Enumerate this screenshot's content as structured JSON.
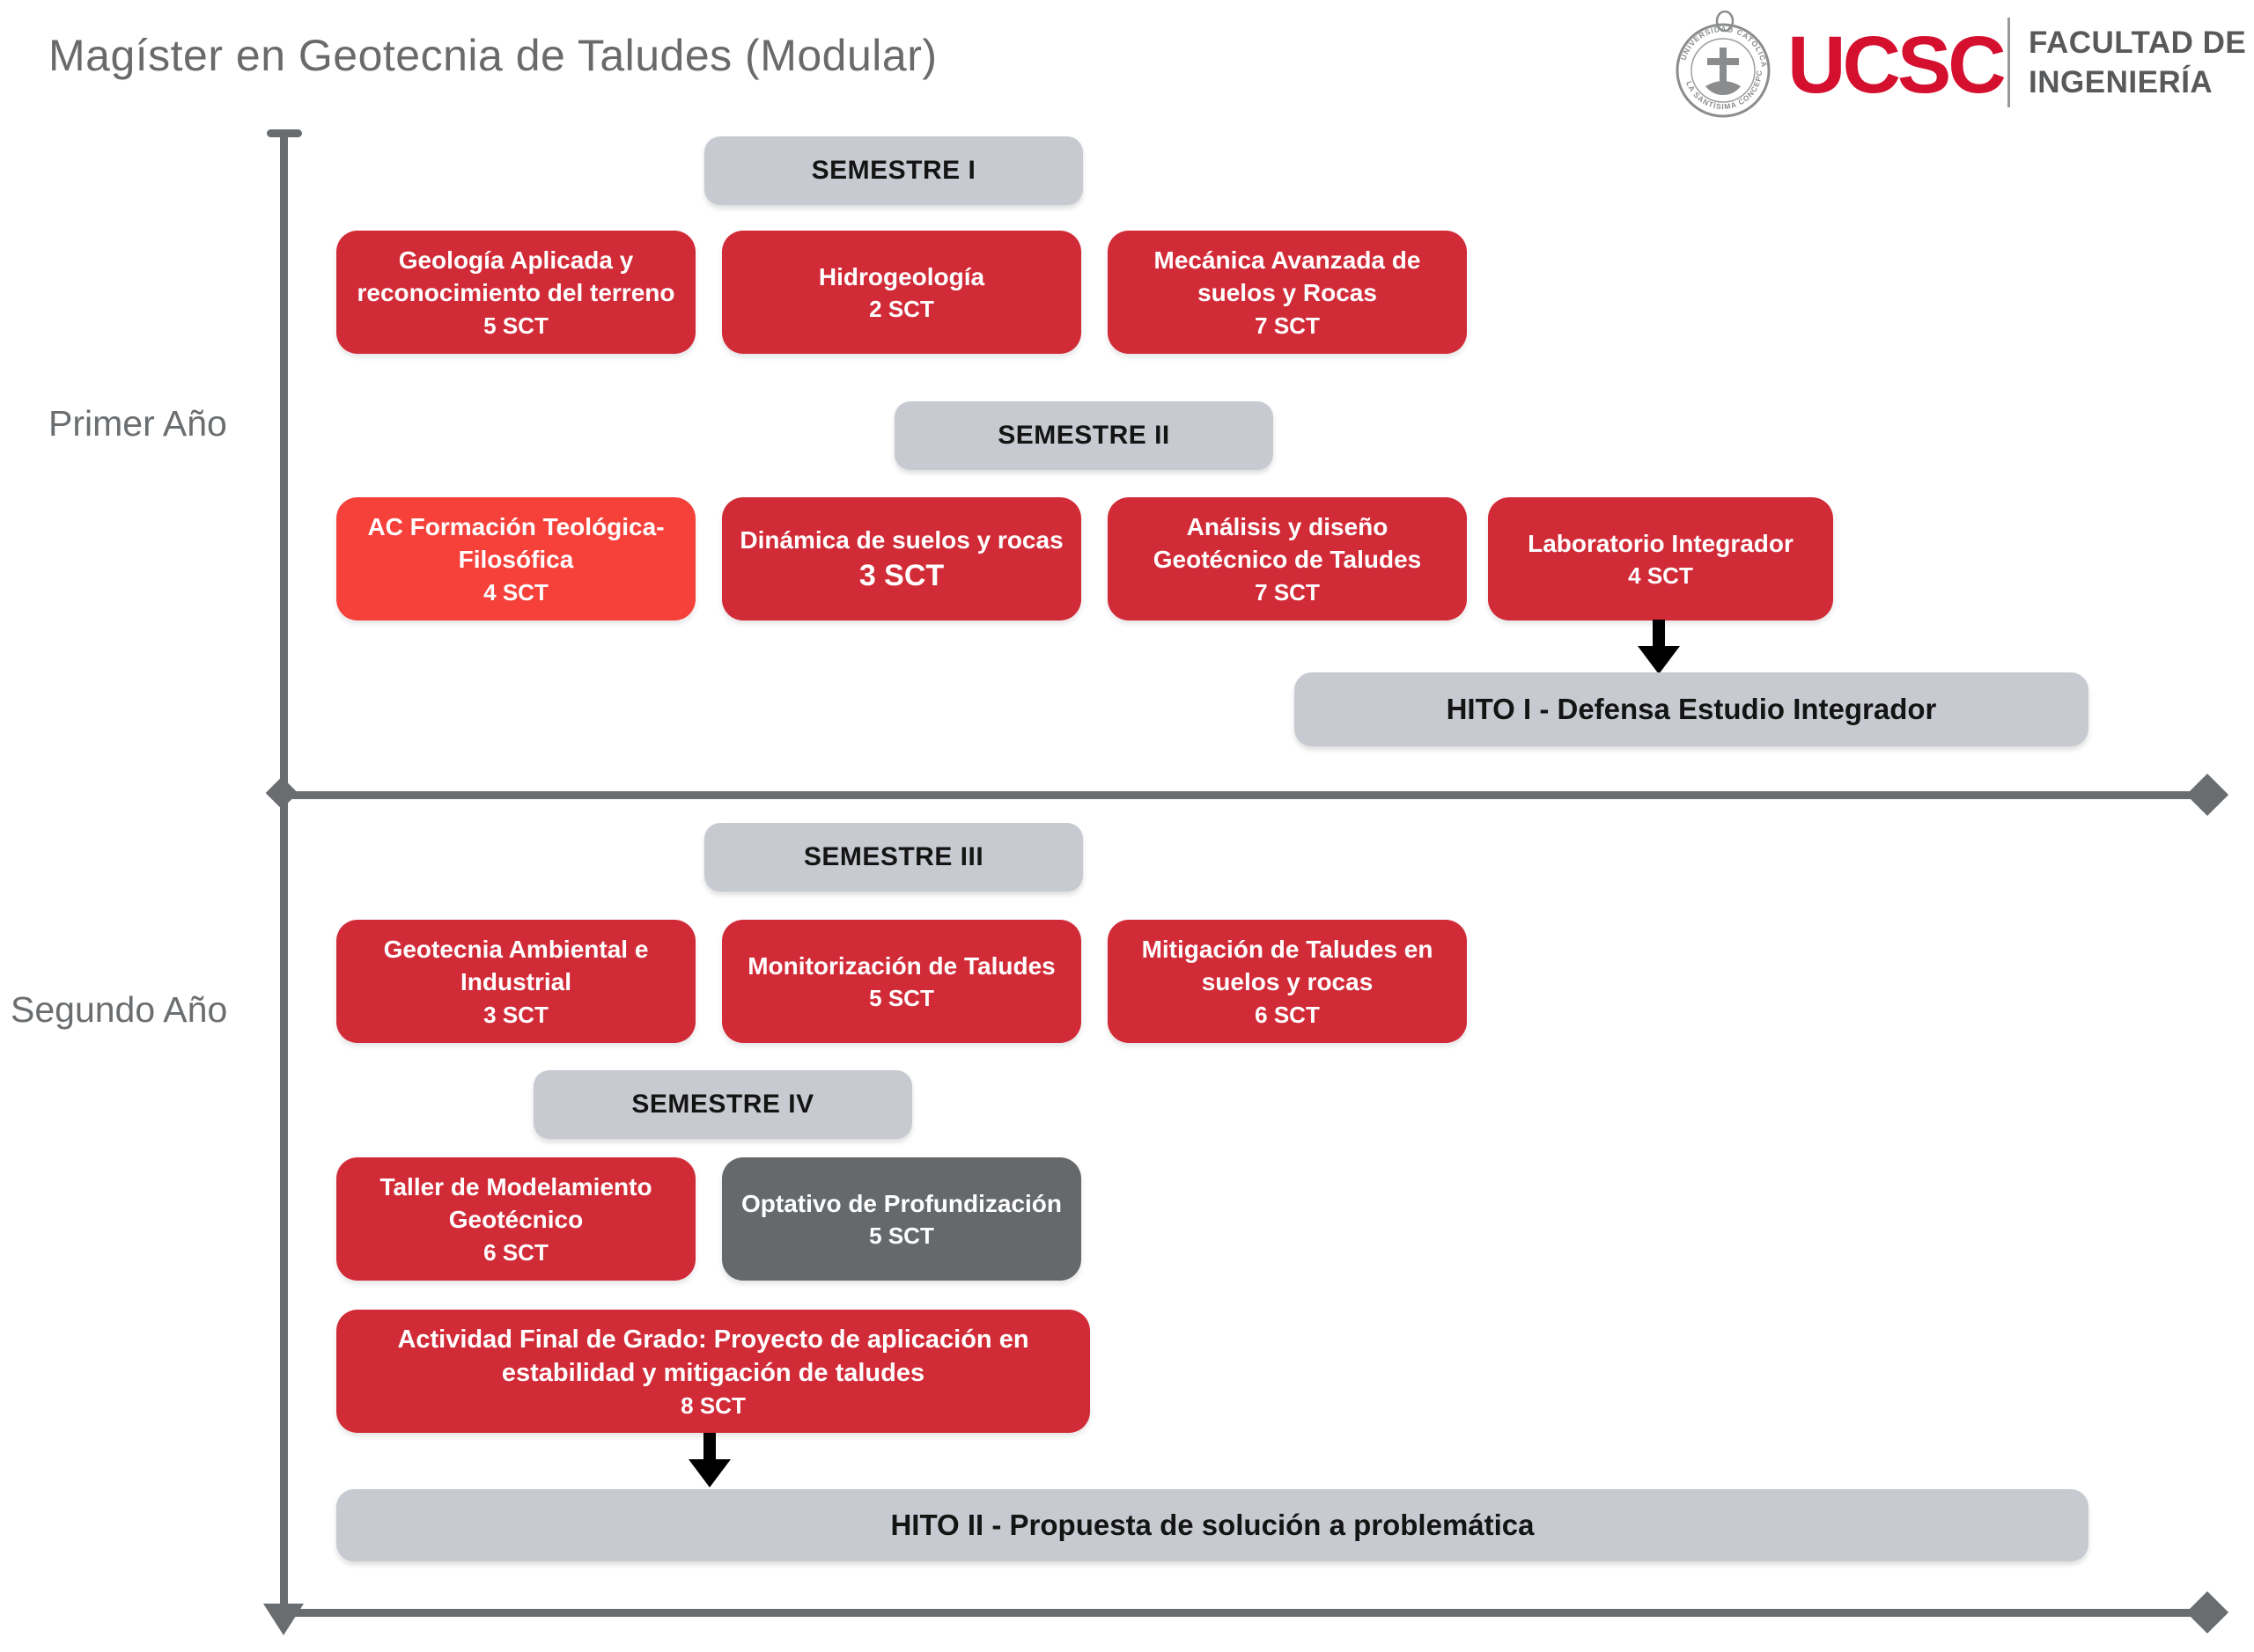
{
  "page": {
    "title": "Magíster en Geotecnia de Taludes (Modular)"
  },
  "logo": {
    "seal_text": "UNIVERSIDAD CATÓLICA DE LA SANTÍSIMA CONCEPCIÓN",
    "acronym": "UCSC",
    "faculty_line1": "FACULTAD DE",
    "faculty_line2": "INGENIERÍA",
    "brand_red": "#D50F2E"
  },
  "timeline": {
    "years": [
      {
        "label": "Primer Año"
      },
      {
        "label": "Segundo Año"
      }
    ],
    "axis_color": "#6A6D70"
  },
  "colors": {
    "course_red": "#D22B38",
    "highlight_red": "#F6413B",
    "elective_gray": "#66696C",
    "header_gray": "#C7CAD0",
    "arrow_black": "#000000"
  },
  "semesters": [
    {
      "label": "SEMESTRE I",
      "courses": [
        {
          "name": "Geología Aplicada y reconocimiento del terreno",
          "sct": "5 SCT"
        },
        {
          "name": "Hidrogeología",
          "sct": "2 SCT"
        },
        {
          "name": "Mecánica Avanzada de suelos y Rocas",
          "sct": "7 SCT"
        }
      ]
    },
    {
      "label": "SEMESTRE II",
      "courses": [
        {
          "name": "AC Formación Teológica-Filosófica",
          "sct": "4 SCT"
        },
        {
          "name": "Dinámica de suelos y rocas",
          "sct": "3 SCT"
        },
        {
          "name": "Análisis y diseño Geotécnico de Taludes",
          "sct": "7 SCT"
        },
        {
          "name": "Laboratorio Integrador",
          "sct": "4 SCT"
        }
      ]
    },
    {
      "label": "SEMESTRE III",
      "courses": [
        {
          "name": "Geotecnia Ambiental e Industrial",
          "sct": "3 SCT"
        },
        {
          "name": "Monitorización de Taludes",
          "sct": "5 SCT"
        },
        {
          "name": "Mitigación de Taludes en suelos y rocas",
          "sct": "6 SCT"
        }
      ]
    },
    {
      "label": "SEMESTRE IV",
      "courses": [
        {
          "name": "Taller de Modelamiento Geotécnico",
          "sct": "6 SCT"
        },
        {
          "name": "Optativo de Profundización",
          "sct": "5 SCT"
        }
      ]
    }
  ],
  "final_activity": {
    "name": "Actividad Final de Grado: Proyecto de aplicación en estabilidad y mitigación de taludes",
    "sct": "8 SCT"
  },
  "milestones": [
    {
      "label": "HITO I - Defensa Estudio Integrador"
    },
    {
      "label": "HITO II - Propuesta de solución a problemática"
    }
  ]
}
